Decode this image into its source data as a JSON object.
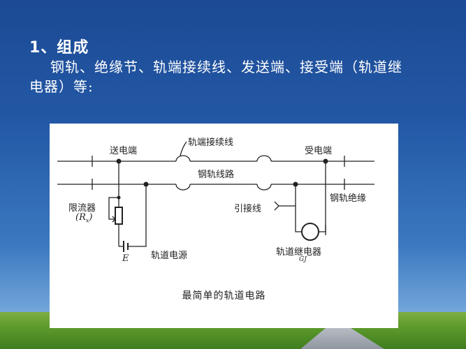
{
  "slide": {
    "title": "1、组成",
    "body_line1": "钢轨、绝缘节、轨端接续线、发送端、接受端（轨道继",
    "body_line2": "电器）等:"
  },
  "diagram": {
    "labels": {
      "send_end": "送电端",
      "rail_bond": "轨端接续线",
      "receive_end": "受电端",
      "rail_line": "钢轨线路",
      "rail_insulation": "钢轨绝缘",
      "current_limiter": "限流器",
      "current_limiter_symbol": "(R",
      "current_limiter_sub": "x",
      "current_limiter_close": ")",
      "lead_wire": "引接线",
      "battery_symbol": "E",
      "track_power": "轨道电源",
      "track_relay": "轨道继电器",
      "relay_symbol": "GJ"
    },
    "caption": "最简单的轨道电路"
  },
  "colors": {
    "sky_top": "#1c4a94",
    "sky_bottom": "#a9cbe8",
    "grass": "#5d9a2c",
    "text": "#ffffff",
    "diagram_bg": "#ffffff",
    "diagram_ink": "#222222"
  }
}
